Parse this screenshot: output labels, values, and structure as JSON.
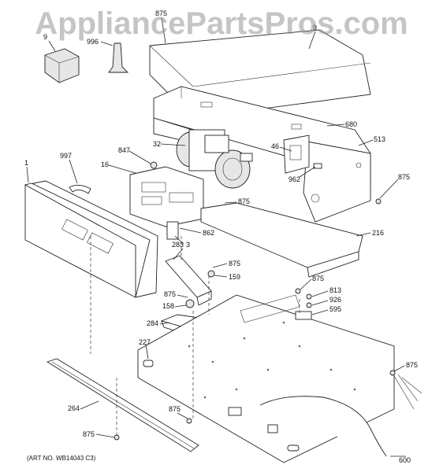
{
  "watermark": "AppliancePartsPros.com",
  "art_number": "(ART NO. WB14043 C3)",
  "callouts": [
    {
      "id": "c-875-top",
      "label": "875"
    },
    {
      "id": "c-9-top",
      "label": "9"
    },
    {
      "id": "c-9-box",
      "label": "9"
    },
    {
      "id": "c-996",
      "label": "996"
    },
    {
      "id": "c-680",
      "label": "680"
    },
    {
      "id": "c-513",
      "label": "513"
    },
    {
      "id": "c-32",
      "label": "32"
    },
    {
      "id": "c-46",
      "label": "46"
    },
    {
      "id": "c-847",
      "label": "847"
    },
    {
      "id": "c-997",
      "label": "997"
    },
    {
      "id": "c-1",
      "label": "1"
    },
    {
      "id": "c-16",
      "label": "16"
    },
    {
      "id": "c-962",
      "label": "962"
    },
    {
      "id": "c-875-right",
      "label": "875"
    },
    {
      "id": "c-875-mid",
      "label": "875"
    },
    {
      "id": "c-862",
      "label": "862"
    },
    {
      "id": "c-3",
      "label": "3"
    },
    {
      "id": "c-216",
      "label": "216"
    },
    {
      "id": "c-283",
      "label": "283"
    },
    {
      "id": "c-875-283",
      "label": "875"
    },
    {
      "id": "c-159",
      "label": "159"
    },
    {
      "id": "c-875-rt2",
      "label": "875"
    },
    {
      "id": "c-813",
      "label": "813"
    },
    {
      "id": "c-926",
      "label": "926"
    },
    {
      "id": "c-595",
      "label": "595"
    },
    {
      "id": "c-875-left",
      "label": "875"
    },
    {
      "id": "c-158",
      "label": "158"
    },
    {
      "id": "c-284",
      "label": "284"
    },
    {
      "id": "c-227",
      "label": "227"
    },
    {
      "id": "c-875-far",
      "label": "875"
    },
    {
      "id": "c-264",
      "label": "264"
    },
    {
      "id": "c-875-bot",
      "label": "875"
    },
    {
      "id": "c-875-botleft",
      "label": "875"
    },
    {
      "id": "c-600",
      "label": "600"
    }
  ]
}
